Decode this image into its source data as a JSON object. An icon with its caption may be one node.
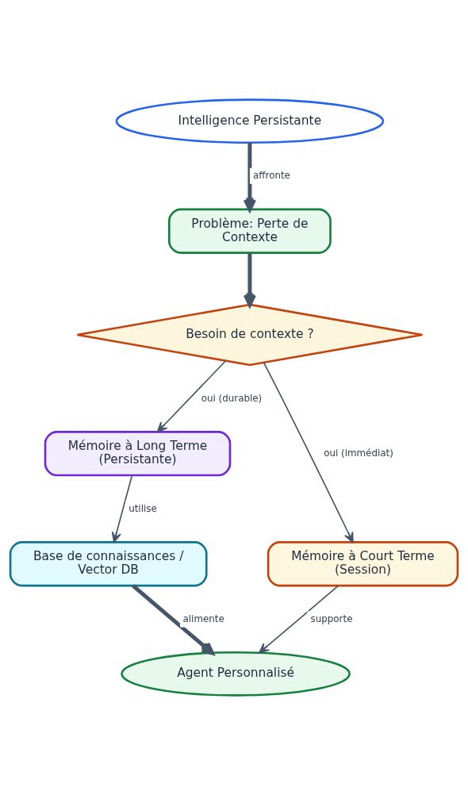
{
  "diagram": {
    "nodes": [
      {
        "text": [
          "Intelligence Persistante"
        ]
      },
      {
        "text": [
          "Problème: Perte de Contexte"
        ]
      },
      {
        "text": [
          "Besoin de contexte ?"
        ]
      },
      {
        "text": [
          "Mémoire à Long Terme (Persistante)"
        ]
      },
      {
        "text": [
          "Base de connaissances / Vector DB"
        ]
      },
      {
        "text": [
          "Mémoire à Court Terme (Session)"
        ]
      },
      {
        "text": [
          "Agent Personnalisé"
        ]
      }
    ],
    "edges": [
      {
        "from": 0,
        "to": 1,
        "arrow": "to",
        "label": "affronte",
        "style": "thick"
      },
      {
        "from": 1,
        "to": 2,
        "arrow": "to",
        "style": "thick"
      },
      {
        "from": 2,
        "to": 3,
        "arrow": "to",
        "label": "oui (durable)"
      },
      {
        "from": 2,
        "to": 5,
        "arrow": "to",
        "label": "oui (immédiat)"
      },
      {
        "from": 3,
        "to": 4,
        "arrow": "to",
        "label": "utilise"
      },
      {
        "from": 4,
        "to": 6,
        "arrow": "to",
        "label": "alimente",
        "style": "thick"
      },
      {
        "from": 5,
        "to": 6,
        "arrow": "to",
        "label": "supporte"
      }
    ]
  }
}
